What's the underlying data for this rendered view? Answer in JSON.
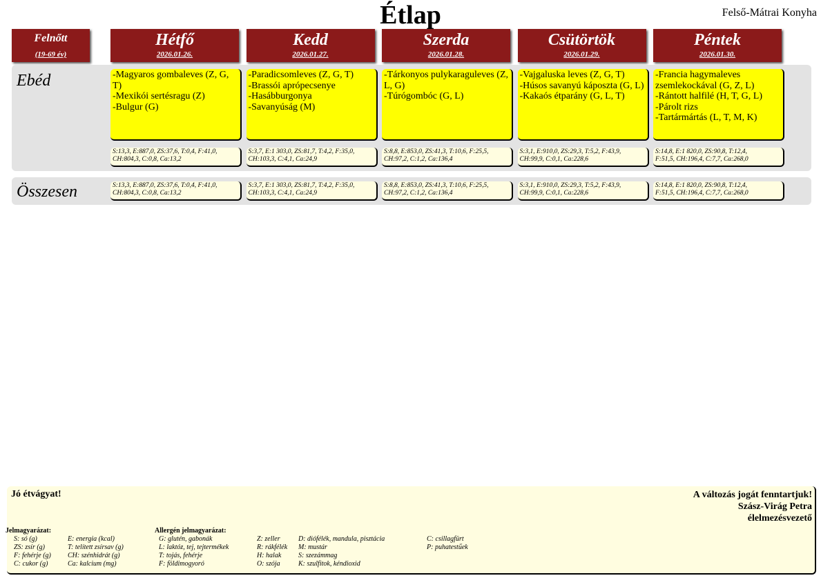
{
  "title": "Étlap",
  "kitchen": "Felső-Mátrai Konyha",
  "group": {
    "label": "Felnőtt",
    "age": "(19-69 év)"
  },
  "days": [
    {
      "name": "Hétfő",
      "date": "2026.01.26."
    },
    {
      "name": "Kedd",
      "date": "2026.01.27."
    },
    {
      "name": "Szerda",
      "date": "2026.01.28."
    },
    {
      "name": "Csütörtök",
      "date": "2026.01.29."
    },
    {
      "name": "Péntek",
      "date": "2026.01.30."
    }
  ],
  "lunch": {
    "label": "Ebéd",
    "menus": [
      [
        "-Magyaros gombaleves (Z, G, T)",
        "-Mexikói sertésragu (Z)",
        "-Bulgur (G)"
      ],
      [
        "-Paradicsomleves (Z, G, T)",
        "-Brassói aprópecsenye",
        "-Hasábburgonya",
        "-Savanyúság (M)"
      ],
      [
        "-Tárkonyos pulykaraguleves (Z, L, G)",
        "-Túrógombóc (G, L)"
      ],
      [
        "-Vajgaluska leves (Z, G, T)",
        "-Húsos savanyú káposzta (G, L)",
        "-Kakaós étparány (G, L, T)"
      ],
      [
        "-Francia hagymaleves zsemlekockával (G, Z, L)",
        "-Rántott halfilé  (H, T, G, L)",
        "-Párolt rizs",
        "-Tartármártás (L, T, M, K)"
      ]
    ],
    "nutrition": [
      [
        "S:13,3, E:887,0, ZS:37,6, T:0,4, F:41,0,",
        "CH:804,3, C:0,8, Ca:13,2"
      ],
      [
        "S:3,7, E:1 303,0, ZS:81,7, T:4,2, F:35,0,",
        "CH:103,3, C:4,1, Ca:24,9"
      ],
      [
        "S:8,8, E:853,0, ZS:41,3, T:10,6, F:25,5,",
        "CH:97,2, C:1,2, Ca:136,4"
      ],
      [
        "S:3,1, E:910,0, ZS:29,3, T:5,2, F:43,9,",
        "CH:99,9, C:0,1, Ca:228,6"
      ],
      [
        "S:14,8, E:1 820,0, ZS:90,8, T:12,4,",
        "F:51,5, CH:196,4, C:7,7, Ca:268,0"
      ]
    ]
  },
  "total": {
    "label": "Összesen",
    "nutrition": [
      [
        "S:13,3, E:887,0, ZS:37,6, T:0,4, F:41,0,",
        "CH:804,3, C:0,8, Ca:13,2"
      ],
      [
        "S:3,7, E:1 303,0, ZS:81,7, T:4,2, F:35,0,",
        "CH:103,3, C:4,1, Ca:24,9"
      ],
      [
        "S:8,8, E:853,0, ZS:41,3, T:10,6, F:25,5,",
        "CH:97,2, C:1,2, Ca:136,4"
      ],
      [
        "S:3,1, E:910,0, ZS:29,3, T:5,2, F:43,9,",
        "CH:99,9, C:0,1, Ca:228,6"
      ],
      [
        "S:14,8, E:1 820,0, ZS:90,8, T:12,4,",
        "F:51,5, CH:196,4, C:7,7, Ca:268,0"
      ]
    ]
  },
  "footer": {
    "greeting": "Jó étvágyat!",
    "right_lines": [
      "A változás jogát fenntartjuk!",
      "Szász-Virág Petra",
      "élelmezésvezető"
    ],
    "legend_title": "Jelmagyarázat:",
    "legend_col1": [
      "S: só (g)",
      "ZS: zsír (g)",
      "F: fehérje (g)",
      "C: cukor (g)"
    ],
    "legend_col2": [
      "E: energia (kcal)",
      "T: telített zsírsav (g)",
      "CH: szénhidrát (g)",
      "Ca: kalcium (mg)"
    ],
    "allergen_title": "Allergén jelmagyarázat:",
    "allergen_col1": [
      "G: glutén, gabonák",
      "L: laktóz, tej, tejtermékek",
      "T: tojás, fehérje",
      "F: földimogyoró"
    ],
    "allergen_col2": [
      "Z: zeller",
      "R: rákfélék",
      "H: halak",
      "O: szója"
    ],
    "allergen_col3": [
      "D: diófélék, mandula, pisztácia",
      "M: mustár",
      "S: szezámmag",
      "K: szulfitok, kéndioxid"
    ],
    "allergen_col4": [
      "C: csillagfürt",
      "P: puhatestűek"
    ]
  },
  "colors": {
    "header": "#8b1a1a",
    "menu": "#ffff00",
    "band": "#e3e3e3"
  }
}
